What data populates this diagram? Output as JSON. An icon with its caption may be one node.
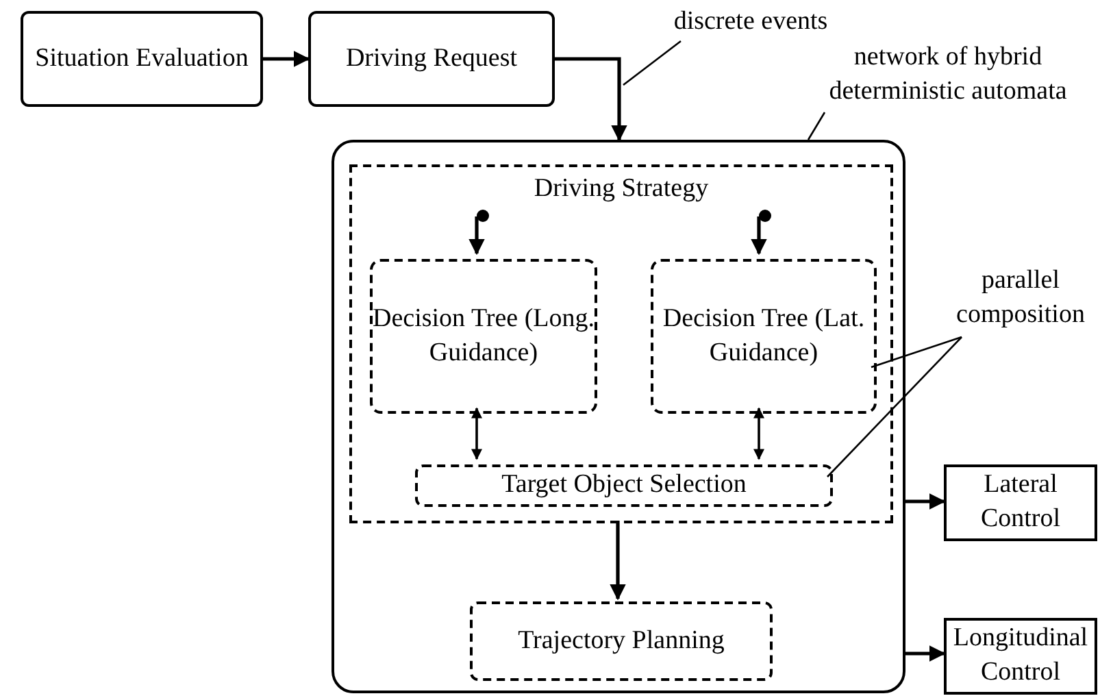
{
  "diagram": {
    "nodes": [
      {
        "text": [
          "Situation Evaluation"
        ]
      },
      {
        "text": [
          "Driving Request"
        ]
      },
      {
        "text": [
          "discrete events"
        ]
      },
      {
        "text": [
          "network of hybrid deterministic automata"
        ]
      },
      {
        "text": [],
        "shape": "box"
      },
      {
        "text": [
          "Driving Strategy"
        ],
        "in": 4
      },
      {
        "text": [],
        "shape": "circle",
        "in": 5
      },
      {
        "text": [],
        "shape": "circle",
        "in": 5
      },
      {
        "text": [
          "Decision Tree (Long. Guidance)"
        ],
        "in": 5
      },
      {
        "text": [
          "Decision Tree (Lat. Guidance)"
        ],
        "in": 5
      },
      {
        "text": [
          "parallel composition"
        ]
      },
      {
        "text": [
          "Target Object Selection"
        ],
        "in": 5
      },
      {
        "text": [
          "Trajectory Planning"
        ],
        "in": 4
      },
      {
        "text": [
          "Lateral Control"
        ]
      },
      {
        "text": [
          "Longitudinal Control"
        ]
      }
    ],
    "edges": [
      {
        "from": 0,
        "to": 1,
        "arrow": "to"
      },
      {
        "from": 1,
        "to": 4,
        "arrow": "to"
      },
      {
        "from": 2,
        "to": null,
        "arrow": "none"
      },
      {
        "from": 3,
        "to": 4,
        "arrow": "none"
      },
      {
        "from": 6,
        "to": 8,
        "arrow": "to"
      },
      {
        "from": 7,
        "to": 9,
        "arrow": "to"
      },
      {
        "from": 8,
        "to": 11,
        "arrow": "both"
      },
      {
        "from": 9,
        "to": 11,
        "arrow": "both"
      },
      {
        "from": 10,
        "to": 9,
        "arrow": "none"
      },
      {
        "from": 10,
        "to": 11,
        "arrow": "none"
      },
      {
        "from": 5,
        "to": 12,
        "arrow": "to"
      },
      {
        "from": 4,
        "to": 13,
        "arrow": "to"
      },
      {
        "from": 4,
        "to": 14,
        "arrow": "to"
      }
    ]
  }
}
